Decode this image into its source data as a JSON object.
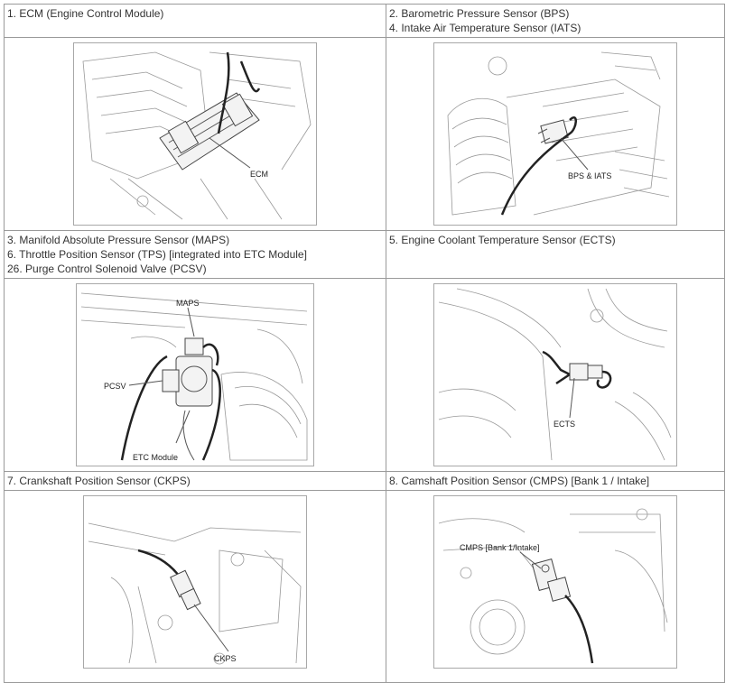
{
  "rows": [
    {
      "left": {
        "headers": [
          "1. ECM (Engine Control Module)"
        ],
        "callouts": [
          "ECM"
        ]
      },
      "right": {
        "headers": [
          "2. Barometric Pressure Sensor (BPS)",
          "4. Intake Air Temperature Sensor (IATS)"
        ],
        "callouts": [
          "BPS & IATS"
        ]
      }
    },
    {
      "left": {
        "headers": [
          "3. Manifold Absolute Pressure Sensor (MAPS)",
          "6. Throttle Position Sensor (TPS) [integrated into ETC Module]",
          "26. Purge Control Solenoid Valve (PCSV)"
        ],
        "callouts": [
          "MAPS",
          "PCSV",
          "ETC Module"
        ]
      },
      "right": {
        "headers": [
          "5. Engine Coolant Temperature Sensor (ECTS)"
        ],
        "callouts": [
          "ECTS"
        ]
      }
    },
    {
      "left": {
        "headers": [
          "7. Crankshaft Position Sensor (CKPS)"
        ],
        "callouts": [
          "CKPS"
        ]
      },
      "right": {
        "headers": [
          "8. Camshaft Position Sensor (CMPS) [Bank 1 / Intake]"
        ],
        "callouts": [
          "CMPS [Bank 1/Intake]"
        ]
      }
    }
  ]
}
